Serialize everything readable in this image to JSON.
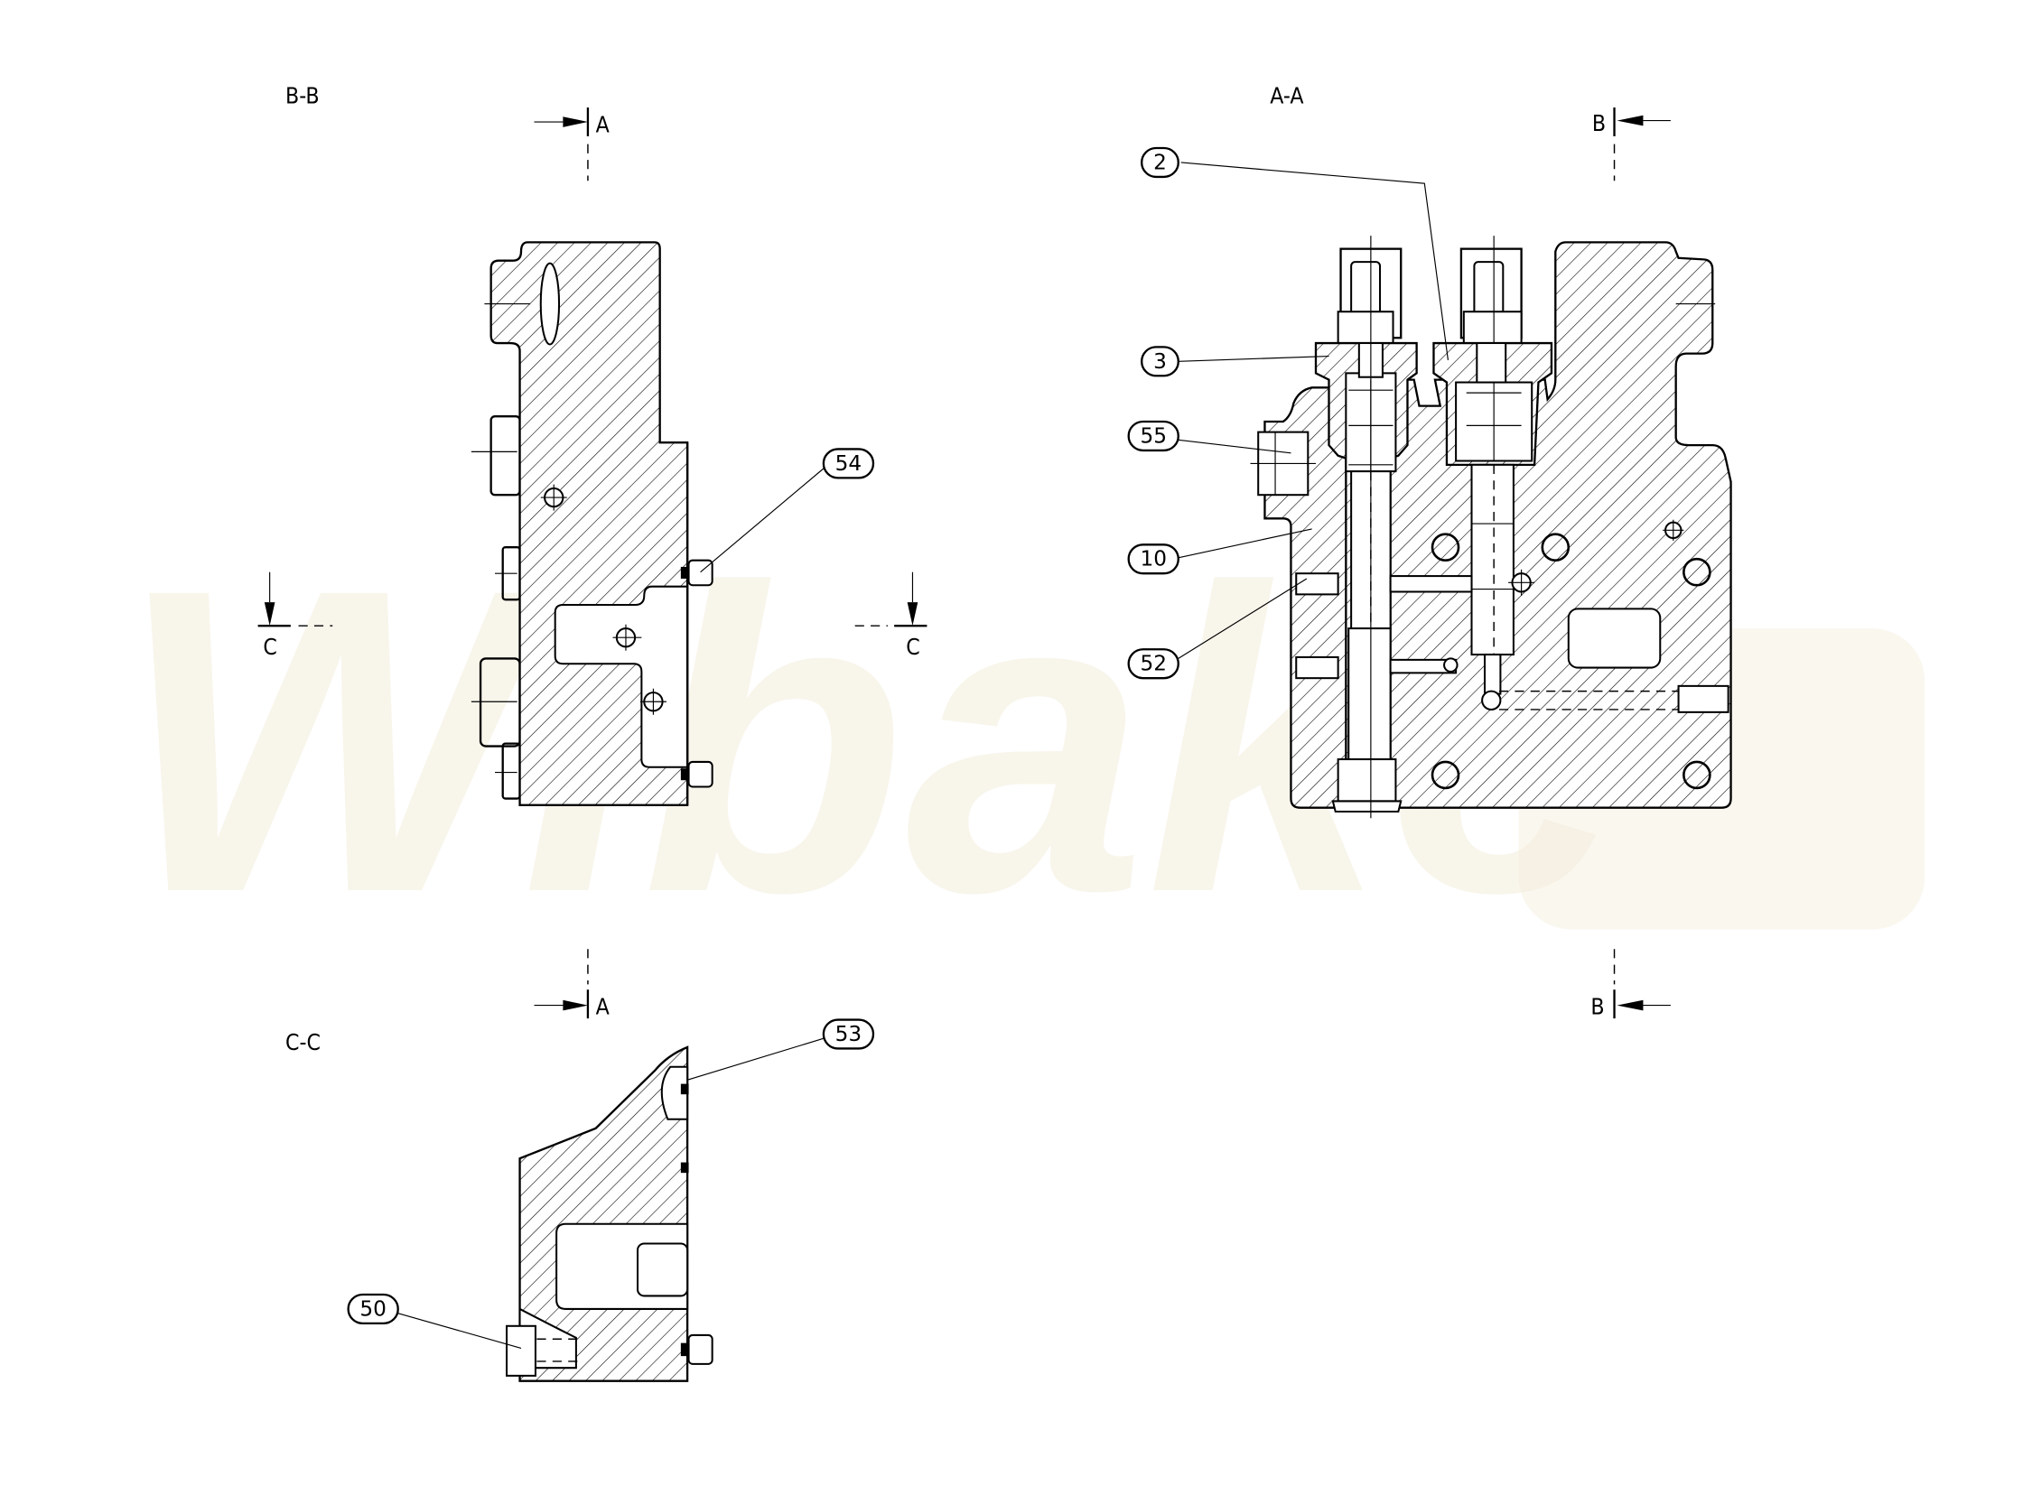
{
  "views": {
    "bb": {
      "title": "B-B"
    },
    "aa": {
      "title": "A-A"
    },
    "cc": {
      "title": "C-C"
    }
  },
  "section_marks": {
    "a_top": "A",
    "a_bottom": "A",
    "b_top": "B",
    "b_bottom": "B",
    "c_left": "C",
    "c_right": "C"
  },
  "callouts": {
    "c54": "54",
    "c2": "2",
    "c3": "3",
    "c55": "55",
    "c10": "10",
    "c52": "52",
    "c53": "53",
    "c50": "50"
  },
  "watermark": {
    "text": "Wibake"
  },
  "colors": {
    "line": "#000000",
    "watermark": "#f4eedc"
  }
}
